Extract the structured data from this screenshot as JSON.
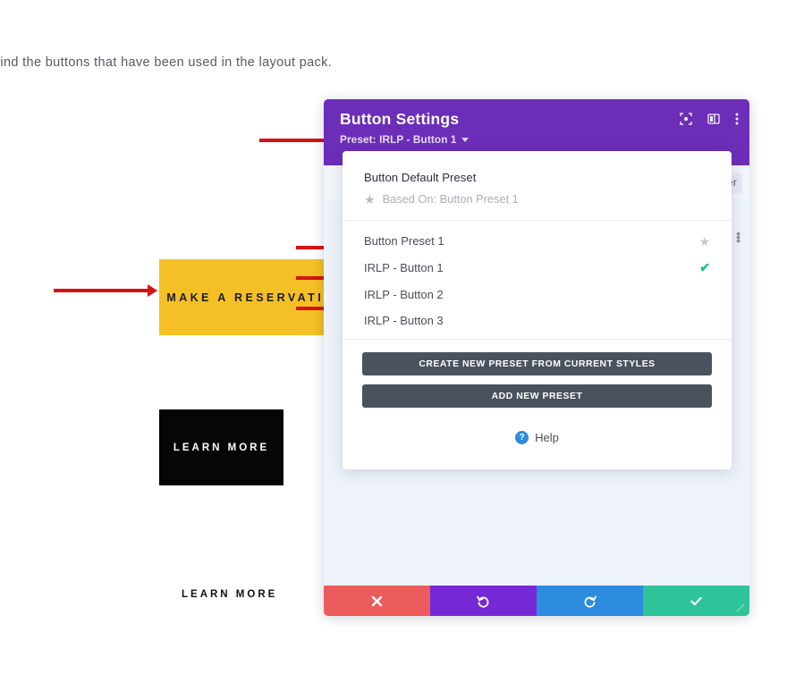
{
  "page": {
    "intro_text": "find the buttons that have been used in the layout pack.",
    "buttons": [
      {
        "name": "make-a-reservation",
        "label": "MAKE A RESERVATION",
        "bg": "#f5c026",
        "fg": "#1b1b1b"
      },
      {
        "name": "learn-more-dark",
        "label": "LEARN MORE",
        "bg": "#060606",
        "fg": "#ffffff"
      },
      {
        "name": "learn-more-plain",
        "label": "LEARN MORE",
        "bg": "transparent",
        "fg": "#111111"
      }
    ]
  },
  "modal": {
    "title": "Button Settings",
    "preset_label": "Preset: IRLP - Button 1",
    "header_color": "#6c2eb9",
    "header_icons": [
      {
        "name": "expand-icon"
      },
      {
        "name": "layout-view-icon"
      },
      {
        "name": "kebab-menu-icon"
      }
    ],
    "tab_fragment": "er",
    "preset_panel": {
      "default_title": "Button Default Preset",
      "based_on": "Based On: Button Preset 1",
      "items": [
        {
          "label": "Button Preset 1",
          "marker": "star",
          "marker_glyph": "★"
        },
        {
          "label": "IRLP - Button 1",
          "marker": "check",
          "marker_glyph": "✔"
        },
        {
          "label": "IRLP - Button 2",
          "marker": "none",
          "marker_glyph": ""
        },
        {
          "label": "IRLP - Button 3",
          "marker": "none",
          "marker_glyph": ""
        }
      ],
      "create_preset_label": "CREATE NEW PRESET FROM CURRENT STYLES",
      "add_preset_label": "ADD NEW PRESET",
      "help_label": "Help",
      "help_badge_glyph": "?"
    },
    "footer_buttons": [
      {
        "name": "close-button",
        "icon": "close-icon",
        "color": "#ed5c5c"
      },
      {
        "name": "undo-button",
        "icon": "undo-icon",
        "color": "#7528d6"
      },
      {
        "name": "redo-button",
        "icon": "redo-icon",
        "color": "#2d8be0"
      },
      {
        "name": "save-button",
        "icon": "check-icon",
        "color": "#2ec49a"
      }
    ]
  },
  "annotations": {
    "arrow_color": "#d81212",
    "arrows": [
      {
        "name": "arrow-to-preset-label"
      },
      {
        "name": "arrow-to-reservation-button"
      },
      {
        "name": "arrow-to-irlp-button-1"
      },
      {
        "name": "arrow-to-irlp-button-2"
      },
      {
        "name": "arrow-to-irlp-button-3"
      }
    ]
  }
}
